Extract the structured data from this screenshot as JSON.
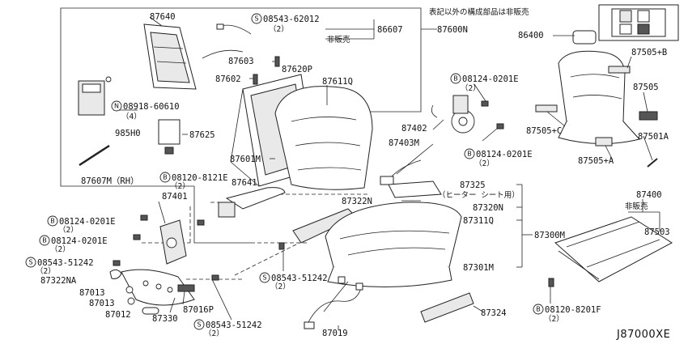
{
  "note_top": "表記以外の構成部品は非販売",
  "diagram_code": "J87000XE",
  "labels": {
    "p87640": "87640",
    "s_08543_62012": "08543-62012",
    "s_08543_62012_q": "（2）",
    "p86607": "86607",
    "p87600N": "87600N",
    "hihanbai1": "非販売",
    "p86400": "86400",
    "p87603": "87603",
    "p87620P": "87620P",
    "p87602": "87602",
    "p87611Q": "87611Q",
    "n_08918_60610": "08918-60610",
    "n_08918_60610_q": "（4）",
    "p985H0": "985H0",
    "p87625": "87625",
    "p87601M": "87601M",
    "p87607M": "87607M（RH）",
    "b_08120_8121E": "08120-8121E",
    "b_08120_8121E_q": "（2）",
    "p87641": "87641",
    "b_08124_0201E_a": "08124-0201E",
    "b_08124_0201E_a_q": "（2）",
    "p87402": "87402",
    "p87403M": "87403M",
    "b_08124_0201E_b": "08124-0201E",
    "b_08124_0201E_b_q": "（2）",
    "p87505B": "87505+B",
    "p87505": "87505",
    "p87505C": "87505+C",
    "p87501A": "87501A",
    "p87505A": "87505+A",
    "p87325": "87325",
    "p87325_note": "（ヒーター シート用）",
    "p87322N": "87322N",
    "p87320N": "87320N",
    "p87311Q": "87311Q",
    "p87300M": "87300M",
    "p87401": "87401",
    "b_08124_0201E_c": "08124-0201E",
    "b_08124_0201E_c_q": "（2）",
    "b_08124_0201E_d": "08124-0201E",
    "b_08124_0201E_d_q": "（2）",
    "s_08543_51242_a": "08543-51242",
    "s_08543_51242_a_q": "（2）",
    "p87322NA": "87322NA",
    "p87013a": "87013",
    "p87013b": "87013",
    "p87012": "87012",
    "p87330": "87330",
    "p87016P": "87016P",
    "s_08543_51242_b": "08543-51242",
    "s_08543_51242_b_q": "（2）",
    "s_08543_51242_c": "08543-51242",
    "s_08543_51242_c_q": "（2）",
    "p87301M": "87301M",
    "p87324": "87324",
    "p87019": "87019",
    "p87400": "87400",
    "hihanbai2": "非販売",
    "p87503": "87503",
    "b_08120_8201F": "08120-8201F",
    "b_08120_8201F_q": "（2）"
  },
  "markers": {
    "S": "S",
    "N": "N",
    "B": "B"
  }
}
